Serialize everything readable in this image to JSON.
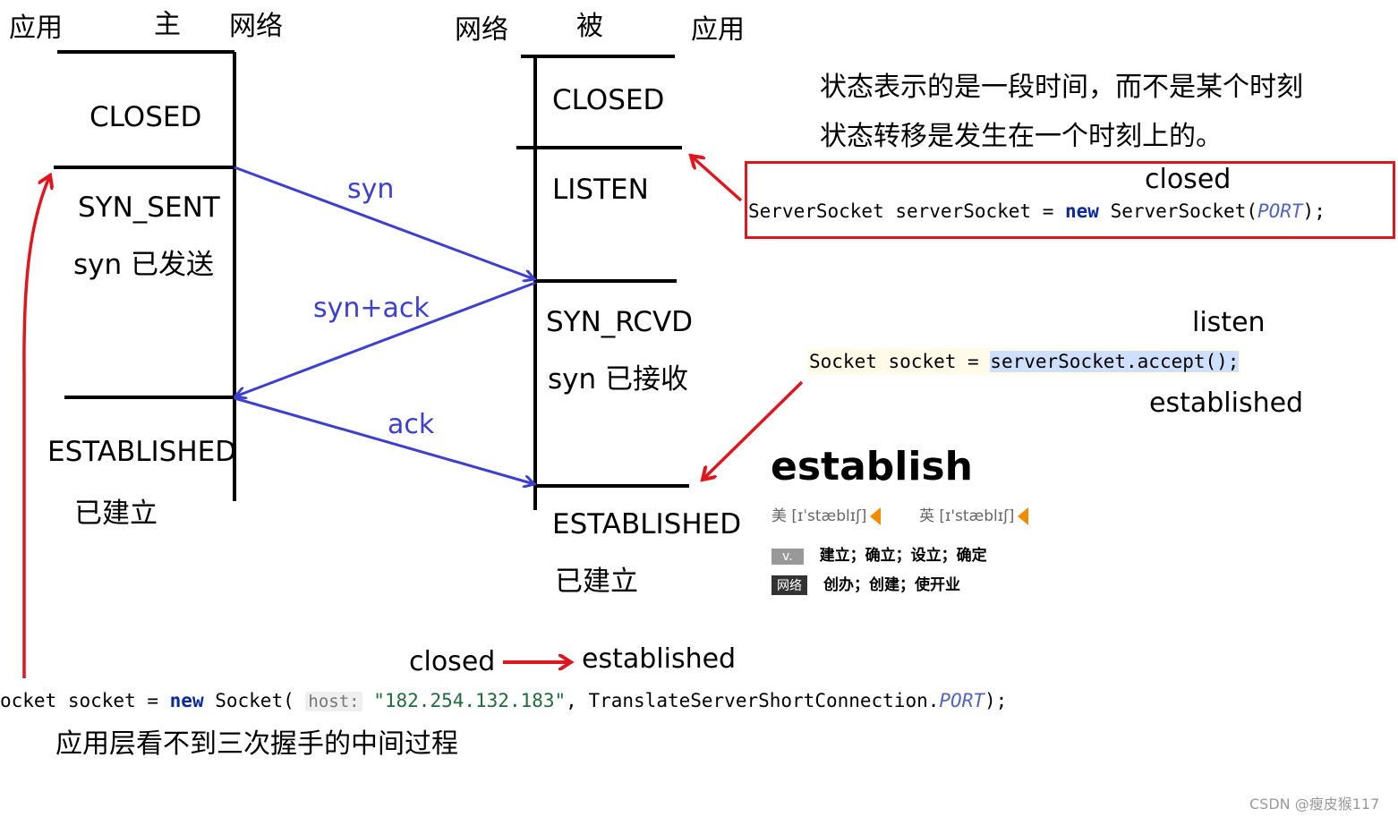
{
  "headers": {
    "client_app": "应用",
    "client_role": "主",
    "client_net": "网络",
    "server_net": "网络",
    "server_role": "被",
    "server_app": "应用"
  },
  "client_states": {
    "closed": "CLOSED",
    "syn_sent": "SYN_SENT",
    "syn_sent_cn": "syn 已发送",
    "established": "ESTABLISHED",
    "established_cn": "已建立"
  },
  "server_states": {
    "closed": "CLOSED",
    "listen": "LISTEN",
    "syn_rcvd": "SYN_RCVD",
    "syn_rcvd_cn": "syn 已接收",
    "established": "ESTABLISHED",
    "established_cn": "已建立"
  },
  "arrows": {
    "syn": "syn",
    "syn_ack": "syn+ack",
    "ack": "ack"
  },
  "notes": {
    "line1": "状态表示的是一段时间，而不是某个时刻",
    "line2": "状态转移是发生在一个时刻上的。",
    "bottom": "应用层看不到三次握手的中间过程"
  },
  "server_socket_box": {
    "label": "closed",
    "code_type": "ServerSocket serverSocket = ",
    "code_new": "new",
    "code_ctor": " ServerSocket(",
    "code_port": "PORT",
    "code_end": ");"
  },
  "accept_block": {
    "label_top": "listen",
    "code_prefix": "Socket socket = ",
    "code_selected": "serverSocket.accept();",
    "label_bottom": "established"
  },
  "dictionary": {
    "word": "establish",
    "us_phonetic": "美 [ɪˈstæblɪʃ]",
    "uk_phonetic": "英 [ɪ'stæblɪʃ]",
    "tag_v": "v.",
    "def_v": "建立；确立；设立；确定",
    "tag_web": "网络",
    "def_web": "创办；创建；使开业"
  },
  "client_socket": {
    "from_label": "closed",
    "to_label": "established",
    "code_start": "ocket socket = ",
    "code_new": "new",
    "code_ctor": " Socket( ",
    "hint": "host:",
    "host": " \"182.254.132.183\"",
    "code_mid": ", TranslateServerShortConnection.",
    "code_port": "PORT",
    "code_end": ");"
  },
  "watermark": "CSDN @瘦皮猴117",
  "colors": {
    "flow_arrow": "#3c3fd0",
    "annotation_red": "#e0161f",
    "timeline": "#000000"
  }
}
